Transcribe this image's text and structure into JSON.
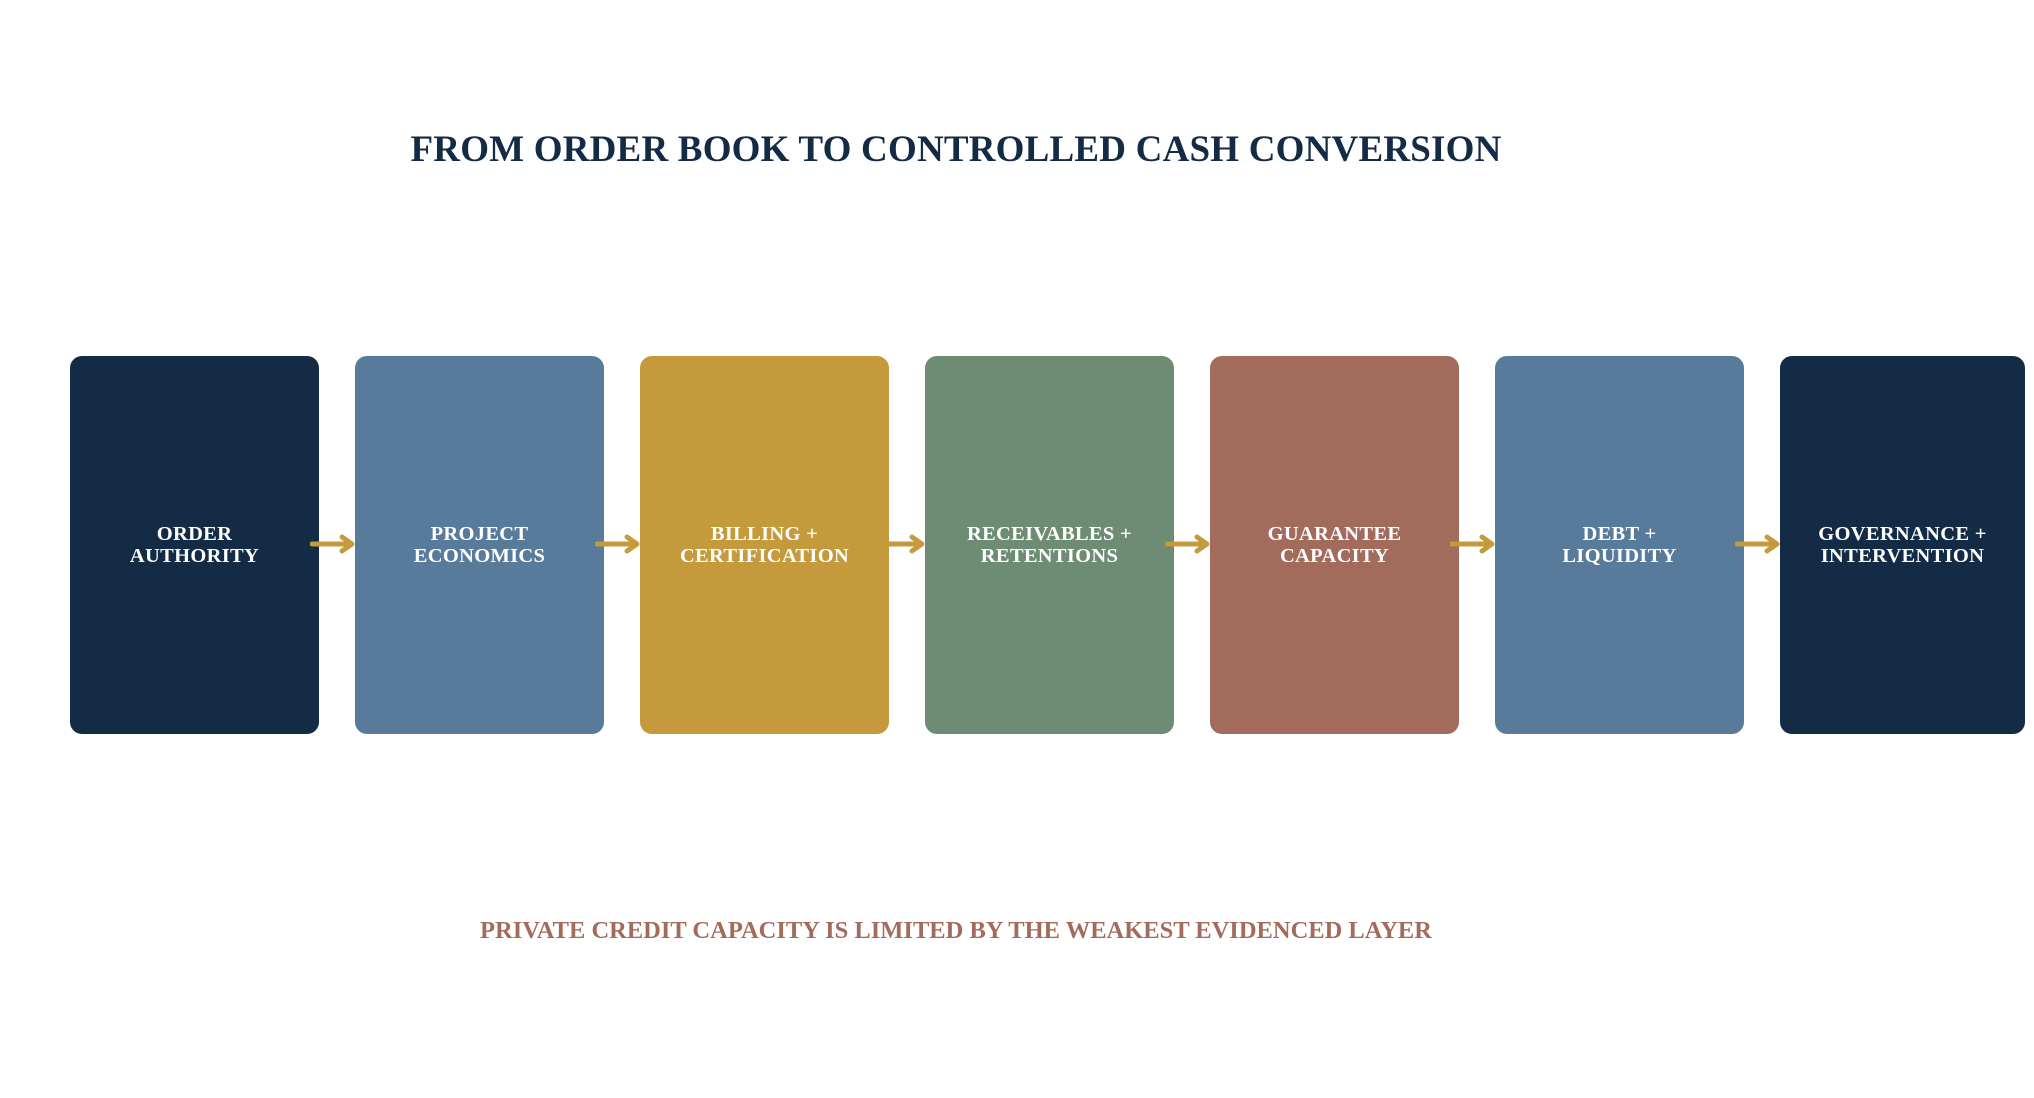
{
  "title": "FROM ORDER BOOK TO CONTROLLED CASH CONVERSION",
  "stages": [
    {
      "label": "ORDER\nAUTHORITY",
      "color": "#132b45"
    },
    {
      "label": "PROJECT\nECONOMICS",
      "color": "#587b9c"
    },
    {
      "label": "BILLING +\nCERTIFICATION",
      "color": "#c59a3d"
    },
    {
      "label": "RECEIVABLES +\nRETENTIONS",
      "color": "#6e8b73"
    },
    {
      "label": "GUARANTEE\nCAPACITY",
      "color": "#a36b5b"
    },
    {
      "label": "DEBT +\nLIQUIDITY",
      "color": "#587b9c"
    },
    {
      "label": "GOVERNANCE +\nINTERVENTION",
      "color": "#132b45"
    }
  ],
  "arrow_color": "#c59a3d",
  "footer": "PRIVATE CREDIT CAPACITY IS LIMITED BY THE WEAKEST EVIDENCED LAYER"
}
